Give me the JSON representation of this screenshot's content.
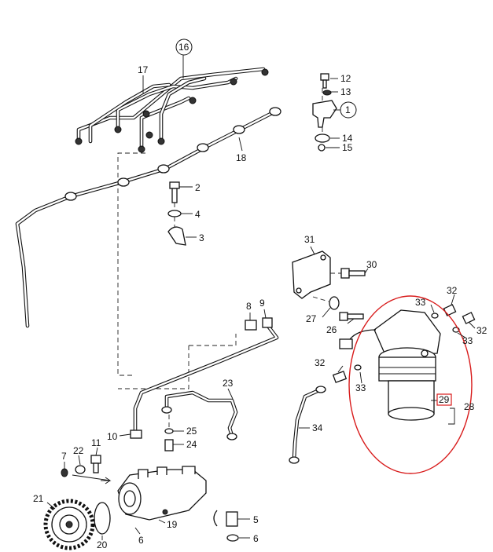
{
  "diagram": {
    "callouts": {
      "c1": "1",
      "c2": "2",
      "c3": "3",
      "c4": "4",
      "c5": "5",
      "c6a": "6",
      "c6b": "6",
      "c7": "7",
      "c8": "8",
      "c9": "9",
      "c10": "10",
      "c11": "11",
      "c12": "12",
      "c13": "13",
      "c14": "14",
      "c15": "15",
      "c16": "16",
      "c17": "17",
      "c18": "18",
      "c19": "19",
      "c20": "20",
      "c21": "21",
      "c22": "22",
      "c23": "23",
      "c24": "24",
      "c25": "25",
      "c26": "26",
      "c27": "27",
      "c28": "28",
      "c29": "29",
      "c30": "30",
      "c31": "31",
      "c32a": "32",
      "c32b": "32",
      "c32c": "32",
      "c33a": "33",
      "c33b": "33",
      "c33c": "33",
      "c34": "34"
    },
    "highlight_color": "#d81b1b"
  }
}
